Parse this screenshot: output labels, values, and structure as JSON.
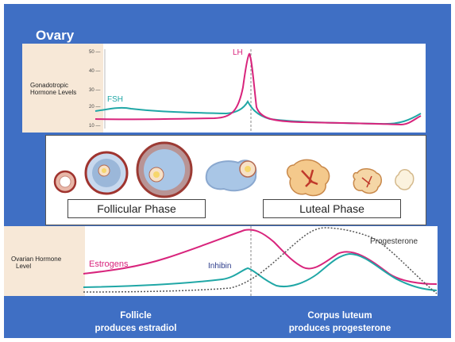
{
  "title": "Ovary",
  "gonadotropic": {
    "label_line1": "Gonadotropic",
    "label_line2": "Hormone Levels",
    "ticks": [
      "50 —",
      "40 —",
      "30 —",
      "20 —",
      "10 —"
    ],
    "fsh_label": "FSH",
    "lh_label": "LH",
    "colors": {
      "fsh": "#20a7a6",
      "lh": "#d8247c"
    }
  },
  "phases": {
    "follicular": "Follicular Phase",
    "luteal": "Luteal Phase"
  },
  "ovarian": {
    "label_line1": "Ovarian Hormone",
    "label_line2": "Level",
    "estrogens_label": "Estrogens",
    "inhibin_label": "Inhibin",
    "progesterone_label": "Progesterone",
    "colors": {
      "estrogens": "#d8247c",
      "inhibin": "#20a7a6",
      "progesterone": "#555555"
    }
  },
  "captions": {
    "follicle_line1": "Follicle",
    "follicle_line2": "produces estradiol",
    "corpus_line1": "Corpus luteum",
    "corpus_line2": "produces progesterone"
  }
}
